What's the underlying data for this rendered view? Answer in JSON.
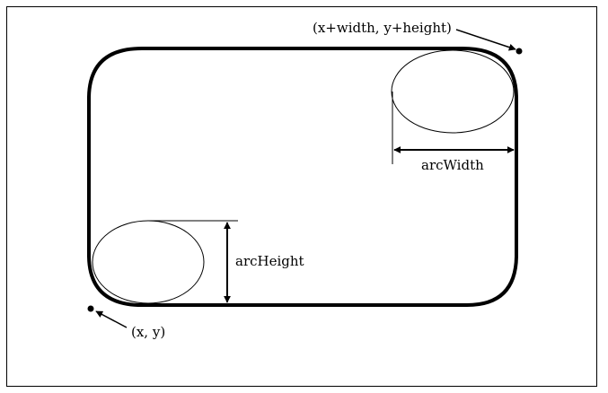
{
  "labels": {
    "top_right_corner": "(x+width, y+height)",
    "origin": "(x, y)",
    "arc_width": "arcWidth",
    "arc_height": "arcHeight"
  },
  "colors": {
    "stroke": "#000000",
    "background": "#ffffff"
  }
}
